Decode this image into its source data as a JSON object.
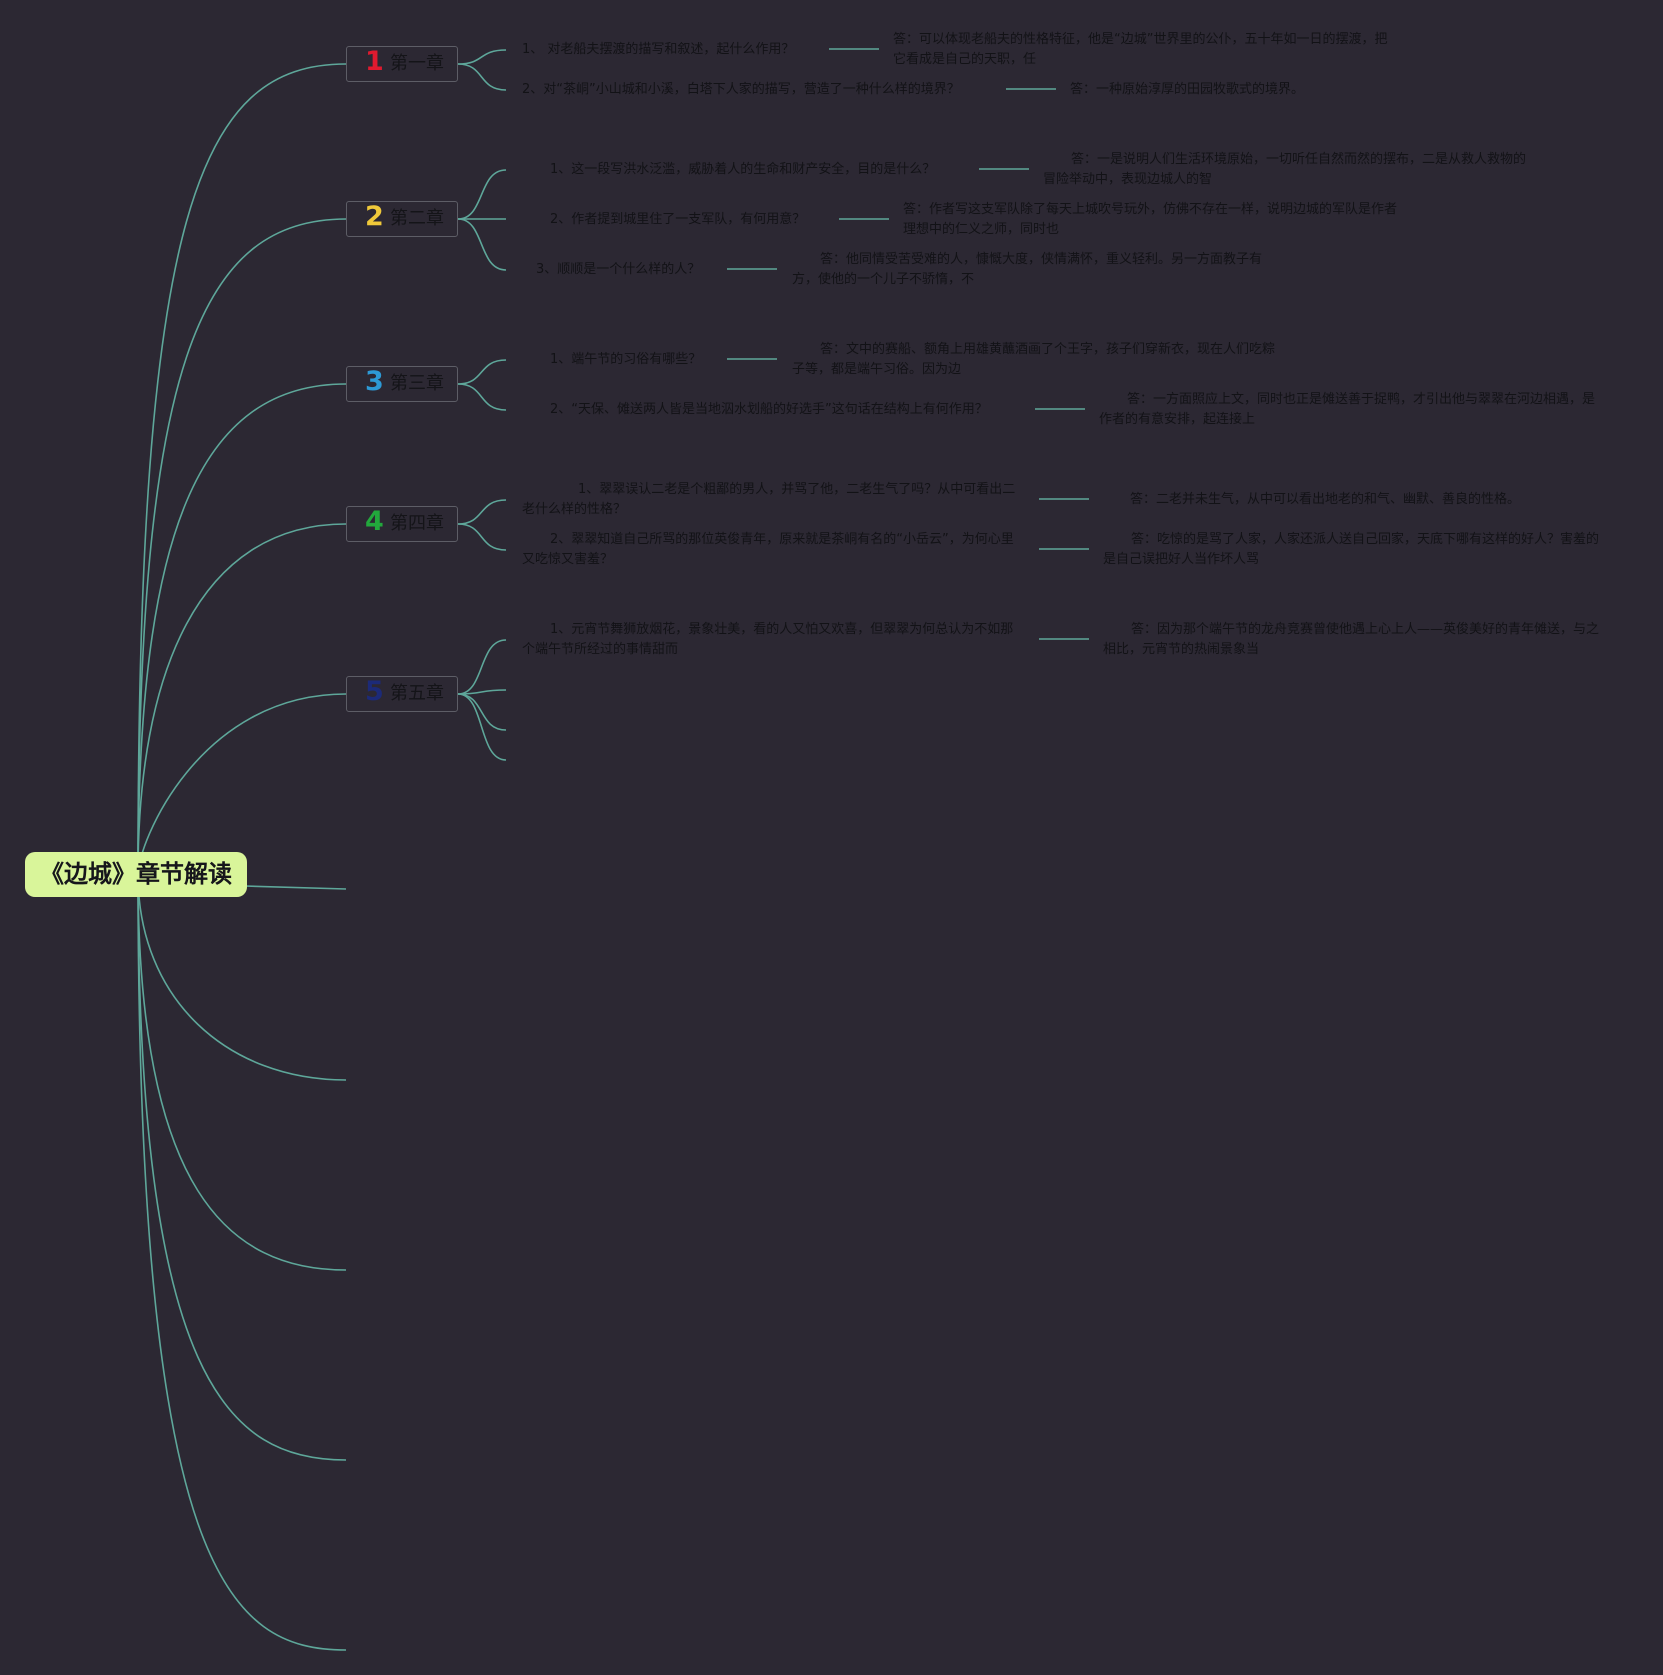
{
  "root": {
    "title": "《边城》章节解读"
  },
  "colors": {
    "background": "#2c2833",
    "line": "#5ea79a",
    "root_fill": "#d9f59a",
    "num1": "#e01a2f",
    "num2": "#f0c93a",
    "num3": "#2d9ad6",
    "num4": "#22a83c",
    "num5": "#1c2a78"
  },
  "chapters": [
    {
      "num": "1",
      "label": "第一章",
      "items": [
        {
          "q": "1、 对老船夫摆渡的描写和叙述，起什么作用？",
          "a": "答：可以体现老船夫的性格特征，他是“边城”世界里的公仆，五十年如一日的摆渡，把它看成是自己的天职，任"
        },
        {
          "q": "2、对“茶峒”小山城和小溪，白塔下人家的描写，营造了一种什么样的境界？",
          "a": "答：一种原始淳厚的田园牧歌式的境界。"
        }
      ]
    },
    {
      "num": "2",
      "label": "第二章",
      "items": [
        {
          "q": "1、这一段写洪水泛滥，威胁着人的生命和财产安全，目的是什么？",
          "a": "答：一是说明人们生活环境原始，一切听任自然而然的摆布，二是从救人救物的冒险举动中，表现边城人的智"
        },
        {
          "q": "2、作者提到城里住了一支军队，有何用意？",
          "a": "答：作者写这支军队除了每天上城吹号玩外，仿佛不存在一样，说明边城的军队是作者理想中的仁义之师，同时也"
        },
        {
          "q": "3、顺顺是一个什么样的人？",
          "a": "答：他同情受苦受难的人，慷慨大度，侠情满怀，重义轻利。另一方面教子有方，使他的一个儿子不骄惰，不"
        }
      ]
    },
    {
      "num": "3",
      "label": "第三章",
      "items": [
        {
          "q": "1、端午节的习俗有哪些？",
          "a": "答：文中的赛船、额角上用雄黄蘸酒画了个王字，孩子们穿新衣，现在人们吃粽子等，都是端午习俗。因为边"
        },
        {
          "q": "2、“天保、傩送两人皆是当地泅水划船的好选手”这句话在结构上有何作用？",
          "a": "答：一方面照应上文，同时也正是傩送善于捉鸭，才引出他与翠翠在河边相遇，是作者的有意安排，起连接上"
        }
      ]
    },
    {
      "num": "4",
      "label": "第四章",
      "items": [
        {
          "q": "1、翠翠误认二老是个粗鄙的男人，并骂了他，二老生气了吗？从中可看出二老什么样的性格？",
          "a": "答：二老并未生气，从中可以看出地老的和气、幽默、善良的性格。"
        },
        {
          "q": "2、翠翠知道自己所骂的那位英俊青年，原来就是茶峒有名的“小岳云”，为何心里又吃惊又害羞？",
          "a": "答：吃惊的是骂了人家，人家还派人送自己回家，天底下哪有这样的好人？害羞的是自己误把好人当作坏人骂"
        }
      ]
    },
    {
      "num": "5",
      "label": "第五章",
      "items": [
        {
          "q": "1、元宵节舞狮放烟花，景象壮美，看的人又怕又欢喜，但翠翠为何总认为不如那个端午节所经过的事情甜而",
          "a": "答：因为那个端午节的龙舟竞赛曾使他遇上心上人——英俊美好的青年傩送，与之相比，元宵节的热闹景象当"
        }
      ]
    }
  ]
}
